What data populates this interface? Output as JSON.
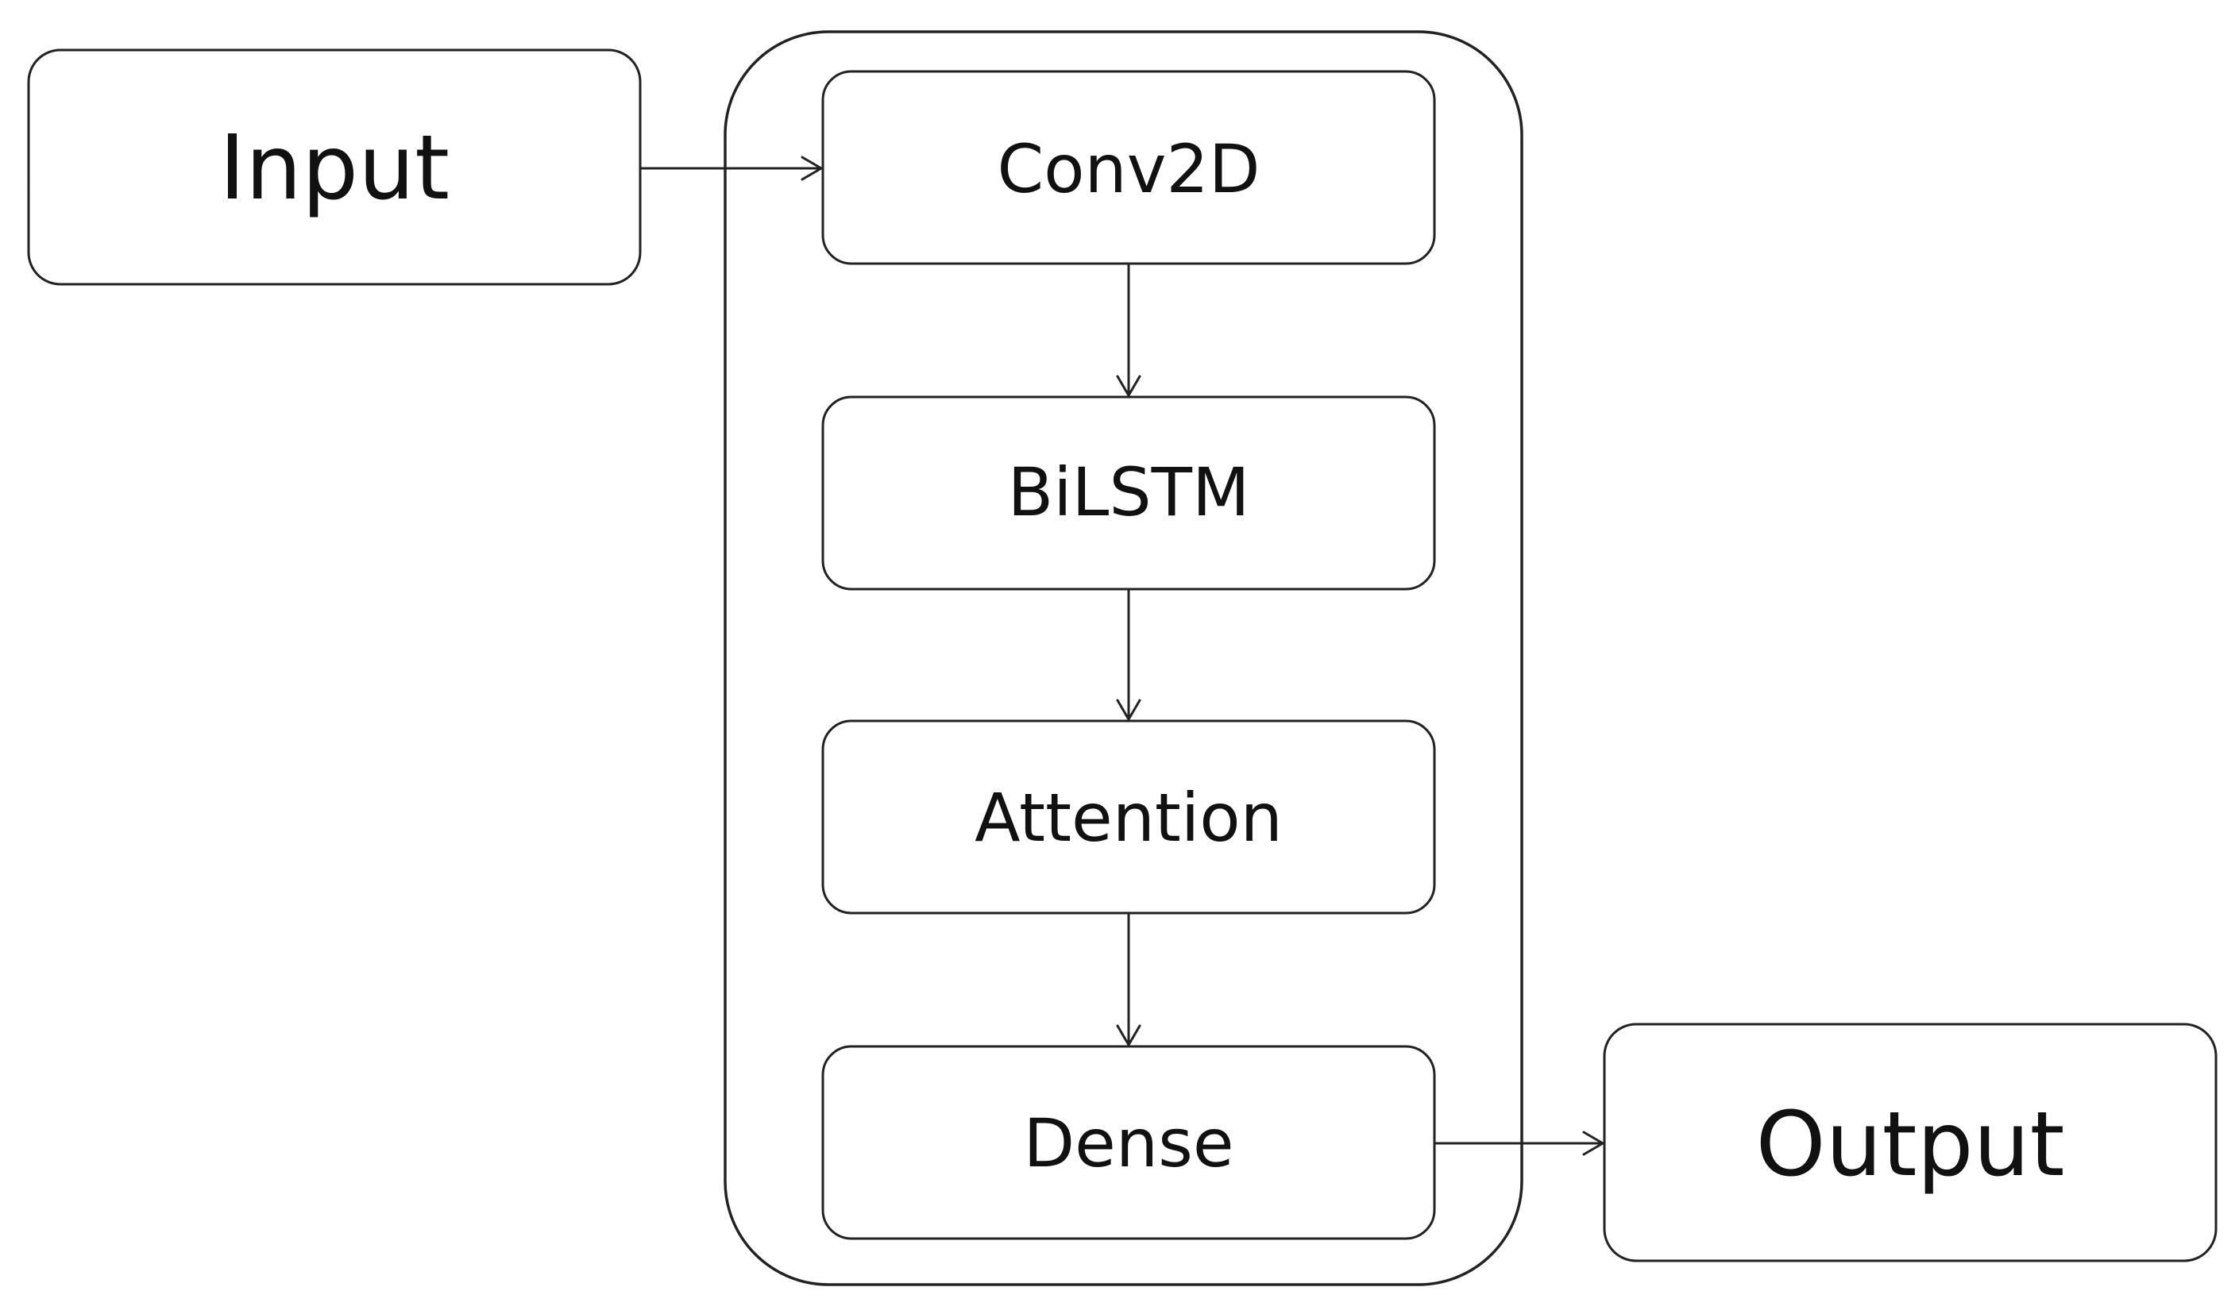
{
  "diagram": {
    "nodes": {
      "input": "Input",
      "conv2d": "Conv2D",
      "bilstm": "BiLSTM",
      "attention": "Attention",
      "dense": "Dense",
      "output": "Output"
    },
    "edges": [
      {
        "from": "input",
        "to": "conv2d"
      },
      {
        "from": "conv2d",
        "to": "bilstm"
      },
      {
        "from": "bilstm",
        "to": "attention"
      },
      {
        "from": "attention",
        "to": "dense"
      },
      {
        "from": "dense",
        "to": "output"
      }
    ],
    "groups": [
      {
        "members": [
          "conv2d",
          "bilstm",
          "attention",
          "dense"
        ]
      }
    ],
    "colors": {
      "stroke": "#222222",
      "background": "#ffffff",
      "text": "#111111"
    }
  }
}
